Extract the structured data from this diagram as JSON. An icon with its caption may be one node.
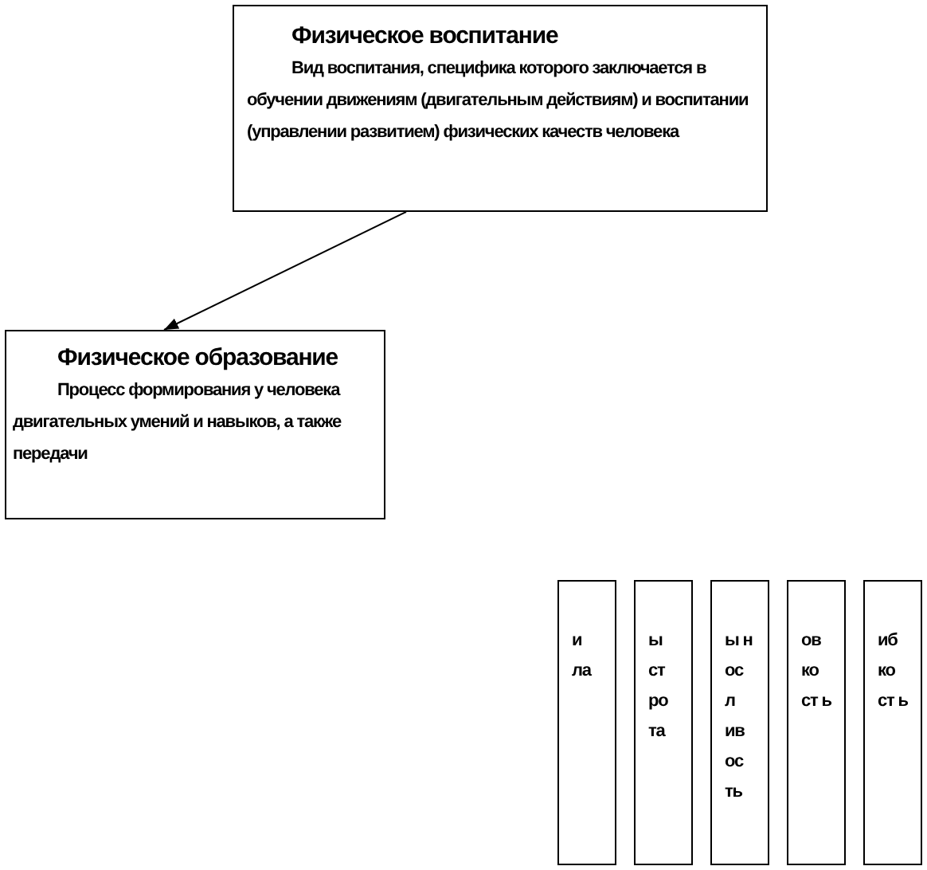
{
  "diagram": {
    "nodes": [
      {
        "text": [
          "Физическое воспитание",
          "Вид воспитания, специфика которого заключается в обучении движениям (двигательным действиям) и воспитании (управлении развитием) физических качеств человека"
        ]
      },
      {
        "text": [
          "Физическое образование",
          "Процесс формирования у человека двигательных умений и навыков, а также передачи"
        ]
      },
      {
        "text": [
          "и ла"
        ]
      },
      {
        "text": [
          "ы ст ро та"
        ]
      },
      {
        "text": [
          "ы н ос л ив ос ть"
        ]
      },
      {
        "text": [
          "ов ко ст ь"
        ]
      },
      {
        "text": [
          "иб ко ст ь"
        ]
      }
    ],
    "edges": [
      {
        "from": 0,
        "to": 1,
        "arrow": "to"
      }
    ]
  }
}
